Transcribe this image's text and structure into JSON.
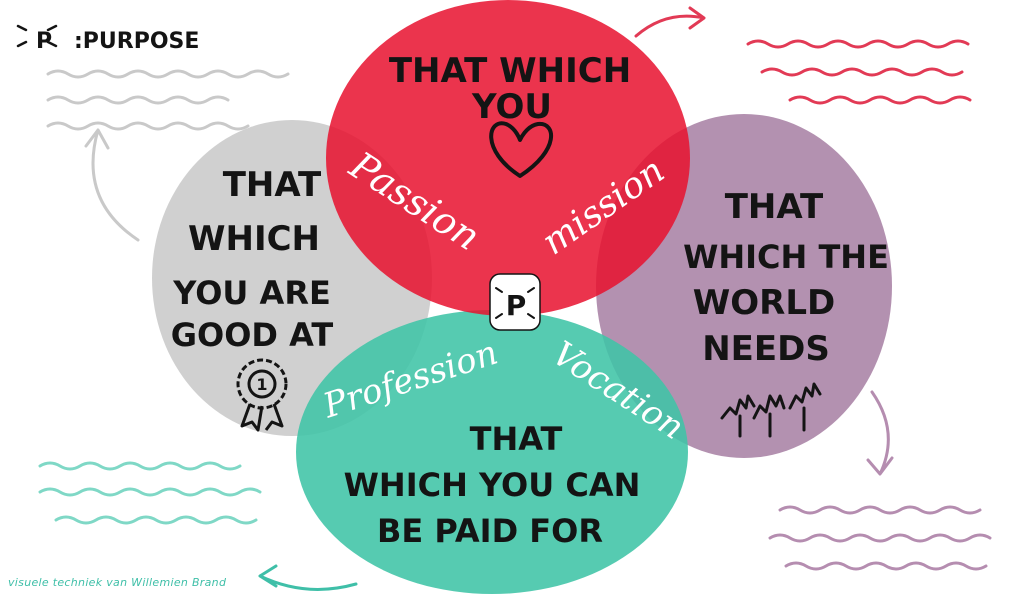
{
  "header": {
    "logo_letter": "P",
    "title": ":PURPOSE"
  },
  "circles": {
    "love": {
      "lines": [
        "THAT WHICH",
        "YOU"
      ],
      "icon": "heart-icon",
      "color": "#e8102e"
    },
    "good_at": {
      "lines": [
        "THAT",
        "WHICH",
        "YOU ARE",
        "GOOD AT"
      ],
      "icon": "award-ribbon-icon",
      "badge_number": "1",
      "color": "#c8c8c8"
    },
    "world_needs": {
      "lines": [
        "THAT",
        "WHICH THE",
        "WORLD",
        "NEEDS"
      ],
      "icon": "raised-hands-icon",
      "color": "#a67ea2"
    },
    "paid_for": {
      "lines": [
        "THAT",
        "WHICH YOU CAN",
        "BE PAID FOR"
      ],
      "color": "#3fc4a6"
    }
  },
  "overlaps": {
    "passion": "Passion",
    "mission": "mission",
    "profession": "Profession",
    "vocation": "Vocation"
  },
  "center": {
    "label": "P"
  },
  "credit": "visuele techniek van Willemien Brand",
  "accents": {
    "red_note": "#e23a55",
    "purple_note": "#b58db0",
    "grey_note": "#c9c9c9",
    "teal_note": "#7fd8c6"
  }
}
